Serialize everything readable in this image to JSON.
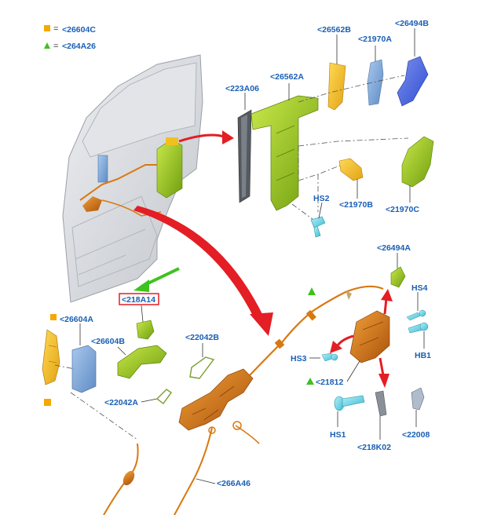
{
  "legend": [
    {
      "symbol": "square",
      "color": "#f5a800",
      "eq": "=",
      "label": "<26604C"
    },
    {
      "symbol": "triangle",
      "color": "#3ec21e",
      "eq": "=",
      "label": "<264A26"
    }
  ],
  "labels": {
    "26562B": "<26562B",
    "21970A": "<21970A",
    "26494B": "<26494B",
    "223A06": "<223A06",
    "26562A": "<26562A",
    "HS2": "HS2",
    "21970B": "<21970B",
    "21970C": "<21970C",
    "218A14": "<218A14",
    "26604A": "<26604A",
    "26604B": "<26604B",
    "22042B": "<22042B",
    "22042A": "<22042A",
    "26494A": "<26494A",
    "HS4": "HS4",
    "HS3": "HS3",
    "HB1": "HB1",
    "21812": "<21812",
    "HS1": "HS1",
    "218K02": "<218K02",
    "22008": "<22008",
    "266A46": "<266A46"
  },
  "colors": {
    "label_text": "#1a5fb4",
    "highlight_box": "#e31e24",
    "arrow_red": "#e31e24",
    "arrow_green": "#3ec21e",
    "part_green": "#9ccc1a",
    "part_orange": "#d9780f",
    "part_yellow": "#f2c01d",
    "part_blue": "#7fa9d8",
    "part_cyan": "#6fd8e8",
    "door_gray": "#d4d6da"
  },
  "icons": [
    "square-marker-icon",
    "triangle-marker-icon",
    "red-arrow-icon",
    "green-arrow-icon"
  ]
}
